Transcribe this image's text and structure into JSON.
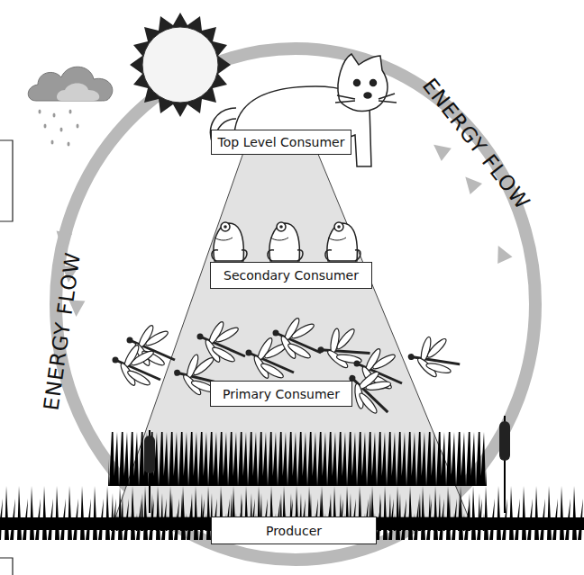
{
  "diagram": {
    "nodes": [
      {
        "text": [
          "Top Level Consumer"
        ]
      },
      {
        "text": [
          "Secondary Consumer"
        ]
      },
      {
        "text": [
          "Primary Consumer"
        ]
      },
      {
        "text": [
          "Producer"
        ]
      }
    ],
    "labels": [
      "ENERGY FLOW",
      "ENERGY FLOW"
    ]
  }
}
